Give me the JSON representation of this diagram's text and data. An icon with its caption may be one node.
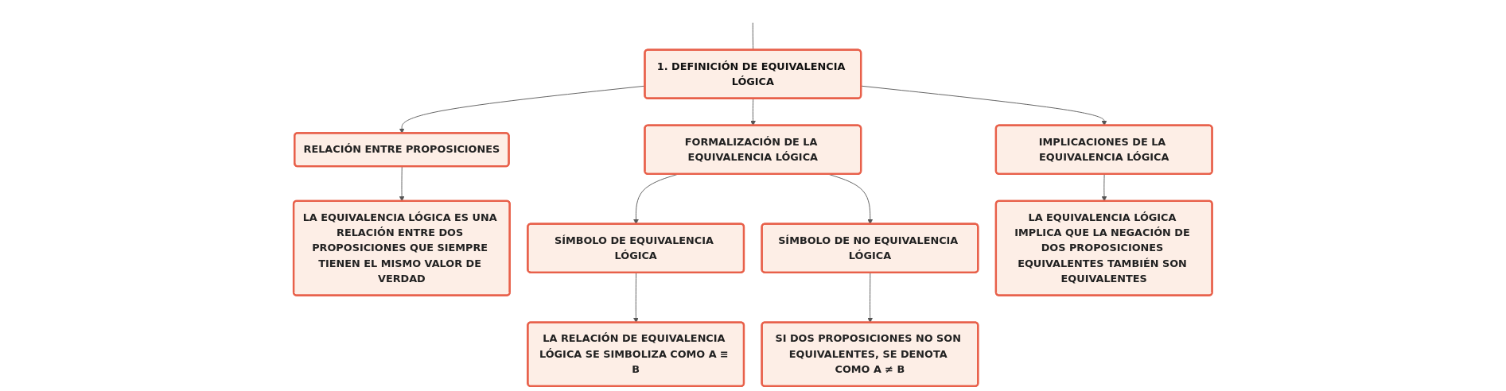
{
  "diagram": {
    "nodes": [
      {
        "text": [
          "1. DEFINICIÓN DE EQUIVALENCIA LÓGICA"
        ]
      },
      {
        "text": [
          "RELACIÓN ENTRE PROPOSICIONES"
        ]
      },
      {
        "text": [
          "FORMALIZACIÓN DE LA EQUIVALENCIA LÓGICA"
        ]
      },
      {
        "text": [
          "IMPLICACIONES DE LA EQUIVALENCIA LÓGICA"
        ]
      },
      {
        "text": [
          "LA EQUIVALENCIA LÓGICA ES UNA RELACIÓN ENTRE DOS PROPOSICIONES QUE SIEMPRE TIENEN EL MISMO VALOR DE VERDAD"
        ]
      },
      {
        "text": [
          "SÍMBOLO DE EQUIVALENCIA LÓGICA"
        ]
      },
      {
        "text": [
          "SÍMBOLO DE NO EQUIVALENCIA LÓGICA"
        ]
      },
      {
        "text": [
          "LA RELACIÓN DE EQUIVALENCIA LÓGICA SE SIMBOLIZA COMO A ≡ B"
        ]
      },
      {
        "text": [
          "SI DOS PROPOSICIONES NO SON EQUIVALENTES, SE DENOTA COMO A ≠ B"
        ]
      },
      {
        "text": [
          "LA EQUIVALENCIA LÓGICA IMPLICA QUE LA NEGACIÓN DE DOS PROPOSICIONES EQUIVALENTES TAMBIÉN SON EQUIVALENTES"
        ]
      }
    ],
    "edges": [
      {
        "from": null,
        "to": 0,
        "arrow": "none"
      },
      {
        "from": 0,
        "to": 1,
        "arrow": "to"
      },
      {
        "from": 0,
        "to": 2,
        "arrow": "to"
      },
      {
        "from": 0,
        "to": 3,
        "arrow": "to"
      },
      {
        "from": 1,
        "to": 4,
        "arrow": "to"
      },
      {
        "from": 2,
        "to": 5,
        "arrow": "to"
      },
      {
        "from": 2,
        "to": 6,
        "arrow": "to"
      },
      {
        "from": 3,
        "to": 9,
        "arrow": "to"
      },
      {
        "from": 5,
        "to": 7,
        "arrow": "to"
      },
      {
        "from": 6,
        "to": 8,
        "arrow": "to"
      }
    ]
  }
}
